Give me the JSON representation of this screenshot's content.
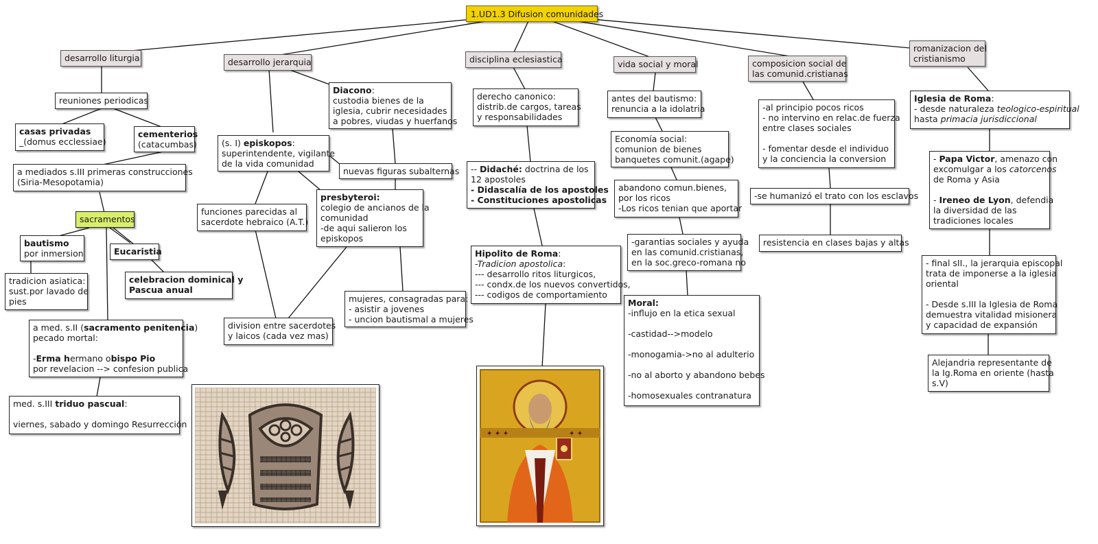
{
  "root": "1.UD1.3 Difusion comunidades",
  "categories": {
    "liturgia": "desarrollo liturgia",
    "jerarquia": "desarrollo jerarquia",
    "disciplina": "disciplina eclesiastica",
    "vida": "vida social y moral",
    "composicion": [
      "composicion social de",
      "las comunid.cristianas"
    ],
    "romanizacion": [
      "romanizacion del",
      "cristianismo"
    ]
  },
  "liturgia": {
    "reuniones": "reuniones periodicas",
    "casas": [
      "casas privadas",
      "_(domus ecclessiae)"
    ],
    "cementerios": [
      "cementerios",
      "(catacumbas)"
    ],
    "mediados": [
      "a mediados s.III primeras construcciones",
      "(Siria-Mesopotamia)"
    ],
    "sacramentos": "sacramentos",
    "bautismo": [
      "bautismo",
      "por inmersion"
    ],
    "tradicion": [
      "tradicion asiatica:",
      "sust.por lavado de",
      "pies"
    ],
    "eucaristia": "Eucaristia",
    "celebracion": [
      "celebracion dominical y",
      "Pascua anual"
    ],
    "penitencia": {
      "l1a": "a med. s.II (",
      "l1b": "sacramento penitencia",
      "l1c": ")",
      "l2": "pecado mortal:",
      "l4a": "-",
      "l4b": "Erma h",
      "l4c": "ermano o",
      "l4d": "bispo Pio",
      "l5": "por revelacion --> confesion publica"
    },
    "triduo": {
      "l1a": "med. s.III ",
      "l1b": "triduo pascual",
      "l1c": ":",
      "l3": "viernes, sabado y domingo Resurrección"
    }
  },
  "jerarquia": {
    "diacono": {
      "title": "Diacono",
      "colon": ":",
      "lines": [
        "custodia bienes de la",
        "iglesia, cubrir necesidades",
        "a pobres, viudas y huerfanos"
      ]
    },
    "episkopos": {
      "pre": "(s. I) ",
      "title": "episkopos",
      "colon": ":",
      "lines": [
        "superintendente, vigilante",
        "de la vida comunidad"
      ]
    },
    "nuevas": "nuevas figuras subalternas",
    "funciones": [
      "funciones parecidas al",
      "sacerdote hebraico (A.T.)"
    ],
    "presbyteroi": {
      "title": "presbyteroi:",
      "lines": [
        "colegio de ancianos de la",
        "comunidad",
        "-de aqui salieron los",
        "episkopos"
      ]
    },
    "mujeres": [
      "mujeres, consagradas para:",
      "- asistir a jovenes",
      "- uncion bautismal a mujeres"
    ],
    "division": [
      "division entre sacerdotes",
      "y laicos (cada vez mas)"
    ]
  },
  "disciplina": {
    "derecho": [
      "derecho canonico:",
      "distrib.de cargos, tareas",
      "y responsabilidades"
    ],
    "didache": {
      "l1a": "-- ",
      "l1b": "Didaché:",
      "l1c": " doctrina de los",
      "l2": "12 apostoles",
      "l3": "- Didascalía de los apostoles",
      "l4": "- Constituciones apostolicas"
    },
    "hipolito": {
      "title": "Hipolito de Roma",
      "colon": ":",
      "l2": "-Tradicion apostolica",
      "l2c": ":",
      "lines": [
        "--- desarrollo ritos liturgicos,",
        "--- condx.de los nuevos convertidos,",
        "--- codigos de comportamiento"
      ]
    }
  },
  "vida": {
    "antes": [
      "antes del bautismo:",
      "renuncia a la idolatria"
    ],
    "economia": [
      "Economía social:",
      "comunion de bienes",
      "banquetes comunit.(agape)"
    ],
    "abandono": [
      "abandono comun.bienes,",
      "por los ricos",
      "-Los ricos tenian que aportar"
    ],
    "garantias": [
      "-garantias sociales y ayuda",
      "en las comunid.cristianas,",
      "en la soc.greco-romana no"
    ],
    "moral": {
      "title": "Moral:",
      "lines": [
        "-influjo en la etica sexual",
        "",
        "-castidad-->modelo",
        "",
        "-monogamia->no al adulterio",
        "",
        "-no al aborto y abandono bebes",
        "",
        "-homosexuales contranatura"
      ]
    }
  },
  "composicion": {
    "principio": [
      "-al principio pocos ricos",
      "- no intervino en relac.de fuerza",
      "entre clases sociales",
      "",
      "- fomentar desde el individuo",
      "y la conciencia la conversion"
    ],
    "humanizo": "-se humanizó el trato con los esclavos",
    "resistencia": "resistencia en clases bajas y altas"
  },
  "romanizacion": {
    "iglesia": {
      "title": "Iglesia de Roma",
      "colon": ":",
      "l2a": "- desde naturaleza ",
      "l2b": "teologico-espiritual",
      "l3a": "hasta ",
      "l3b": "primacia jurisdiccional"
    },
    "papa": {
      "l1a": "- ",
      "l1b": "Papa Victor",
      "l1c": ", amenazo con",
      "l2a": "excomulgar a los ",
      "l2b": "catorcenos",
      "l3": "de Roma y Asia",
      "l5a": "- ",
      "l5b": "Ireneo de Lyon",
      "l5c": ", defendia",
      "l6": "la diversidad de las",
      "l7": "tradiciones locales"
    },
    "final": [
      "- final sII., la jerarquia episcopal",
      "trata de imponerse a la iglesia",
      "oriental",
      "",
      "- Desde s.III la Iglesia de Roma",
      "demuestra vitalidad misionera",
      "y capacidad de expansión"
    ],
    "alejandria": [
      "Alejandria representante de",
      "la Ig.Roma en oriente (hasta",
      "s.V)"
    ]
  }
}
